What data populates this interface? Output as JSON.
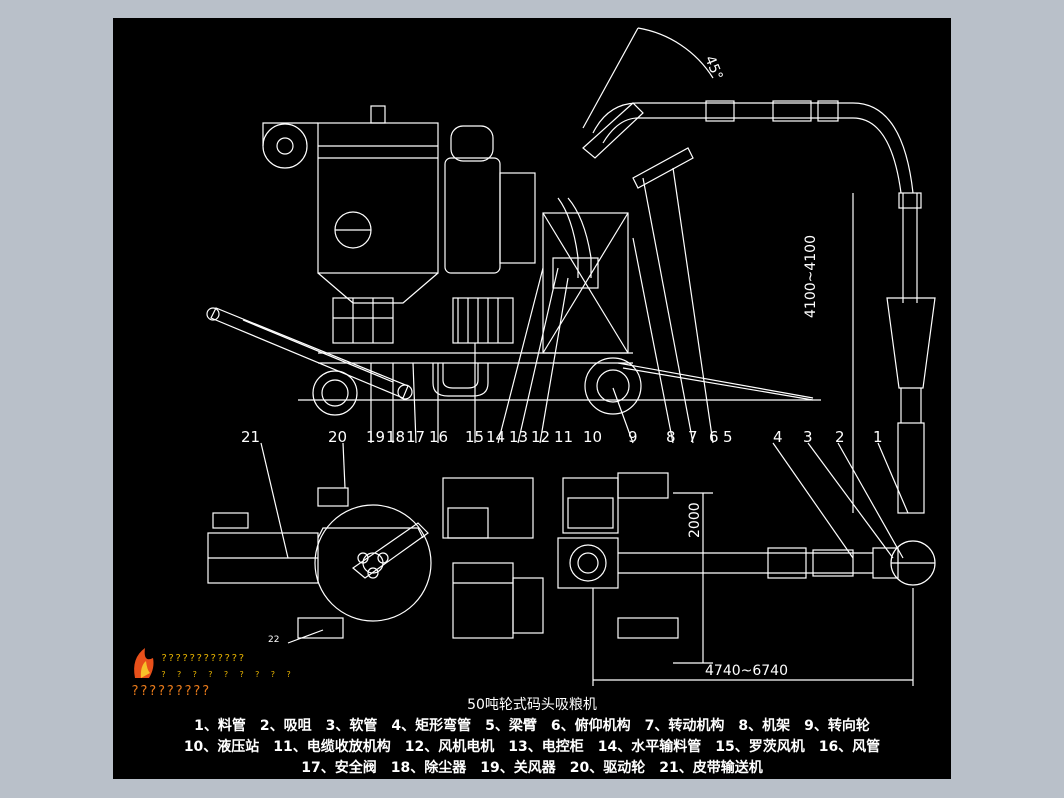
{
  "drawing": {
    "title": "50吨轮式码头吸粮机",
    "dimensions": {
      "angle": "45°",
      "height": "4100~4100",
      "width": "2000",
      "length": "4740~6740"
    },
    "side_view_callouts": [
      "21",
      "20",
      "19",
      "18",
      "17",
      "16",
      "15",
      "14",
      "13",
      "12",
      "11",
      "10",
      "9",
      "8",
      "7",
      "6",
      "5",
      "4",
      "3",
      "2",
      "1"
    ],
    "plan_view_callout": "22",
    "legend_lines": [
      "1、料管　2、吸咀　3、软管　4、矩形弯管　5、梁臂　6、俯仰机构　7、转动机构　8、机架　9、转向轮",
      "10、液压站　11、电缆收放机构　12、风机电机　13、电控柜　14、水平输料管　15、罗茨风机　16、风管",
      "17、安全阀　18、除尘器　19、关风器　20、驱动轮　21、皮带输送机"
    ]
  },
  "logo": {
    "line1": "????????????",
    "line2": "? ? ? ? ? ? ? ? ?",
    "line3": "?????????",
    "colors": {
      "flame": "#e8501a",
      "text": "#e8b400"
    }
  },
  "colors": {
    "background": "#b9c0c9",
    "canvas": "#000000",
    "lines": "#ffffff"
  }
}
